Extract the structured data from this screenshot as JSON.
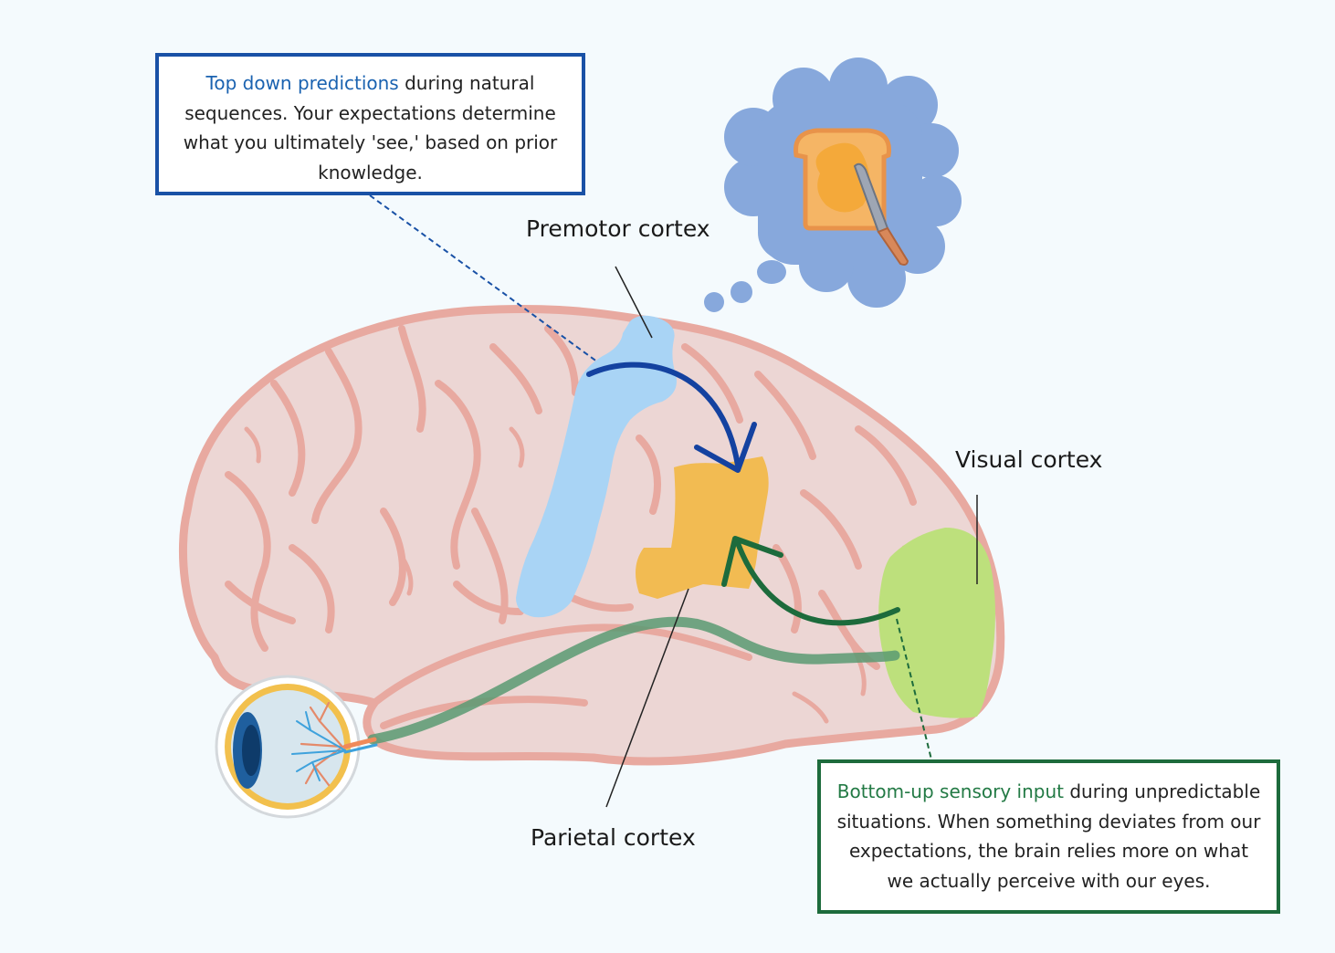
{
  "callouts": {
    "top_down": {
      "highlight": "Top down predictions",
      "text": " during natural sequences. Your expectations determine what you ultimately 'see,' based on prior knowledge."
    },
    "bottom_up": {
      "highlight": "Bottom-up sensory input",
      "text": " during unpredictable situations. When something deviates from our expectations, the brain relies more on what we actually perceive with our eyes."
    }
  },
  "labels": {
    "premotor": "Premotor cortex",
    "visual": "Visual cortex",
    "parietal": "Parietal cortex"
  },
  "colors": {
    "top_down_accent": "#1951a6",
    "bottom_up_accent": "#1d6b3c",
    "brain_fill": "#ecd6d4",
    "brain_outline": "#e8a9a0",
    "premotor_region": "#a9d4f5",
    "parietal_region": "#f2bb52",
    "visual_region": "#bde07c",
    "thought_cloud": "#87a8dc"
  }
}
